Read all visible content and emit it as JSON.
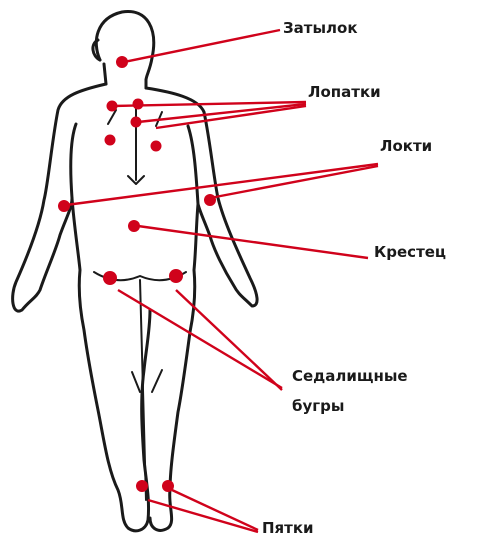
{
  "labels": {
    "occiput": "Затылок",
    "shoulder_blades": "Лопатки",
    "elbows": "Локти",
    "sacrum": "Крестец",
    "ischial_line1": "Седалищные",
    "ischial_line2": "бугры",
    "heels": "Пятки"
  },
  "colors": {
    "marker": "#d0021b",
    "outline": "#1a1a1a",
    "background": "#ffffff"
  }
}
